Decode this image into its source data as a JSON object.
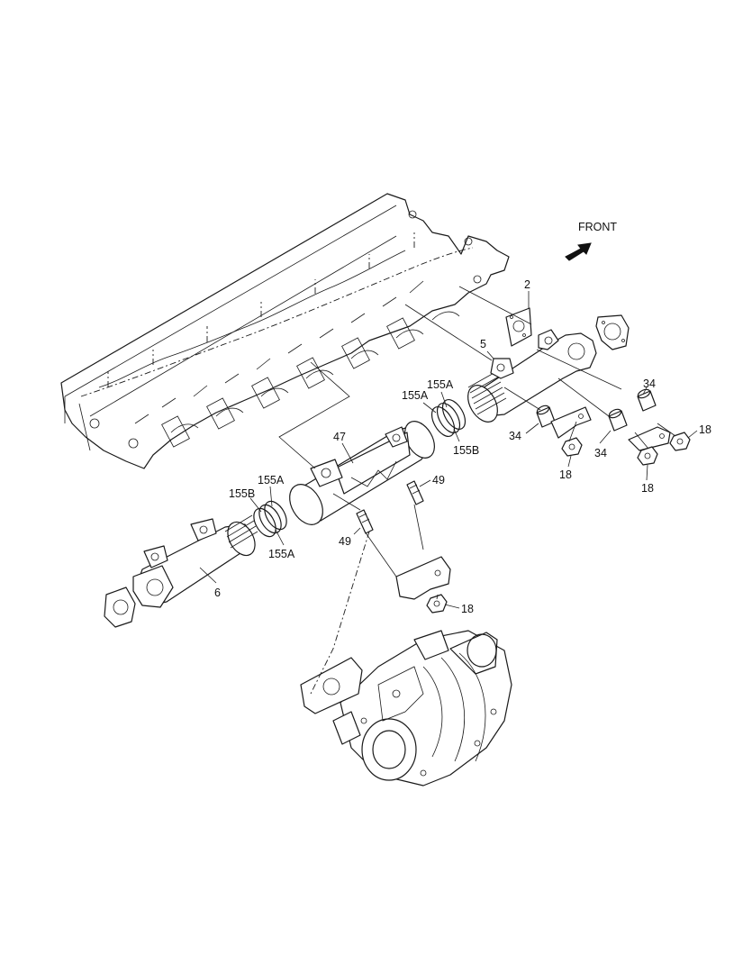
{
  "orientation": {
    "front_label": "FRONT"
  },
  "labels": {
    "gasket_2": "2",
    "front_pipe_5": "5",
    "center_pipe_47": "47",
    "rear_pipe_6": "6",
    "seal_155a_top_a": "155A",
    "seal_155a_top_b": "155A",
    "seal_155b_top": "155B",
    "seal_155a_left_a": "155A",
    "seal_155b_left": "155B",
    "seal_155a_left_b": "155A",
    "stud_49_right": "49",
    "stud_49_lower": "49",
    "spacer_34_top": "34",
    "spacer_34_left": "34",
    "spacer_34_right": "34",
    "nut_18_right": "18",
    "nut_18_center_a": "18",
    "nut_18_center_b": "18",
    "nut_18_lower": "18"
  }
}
